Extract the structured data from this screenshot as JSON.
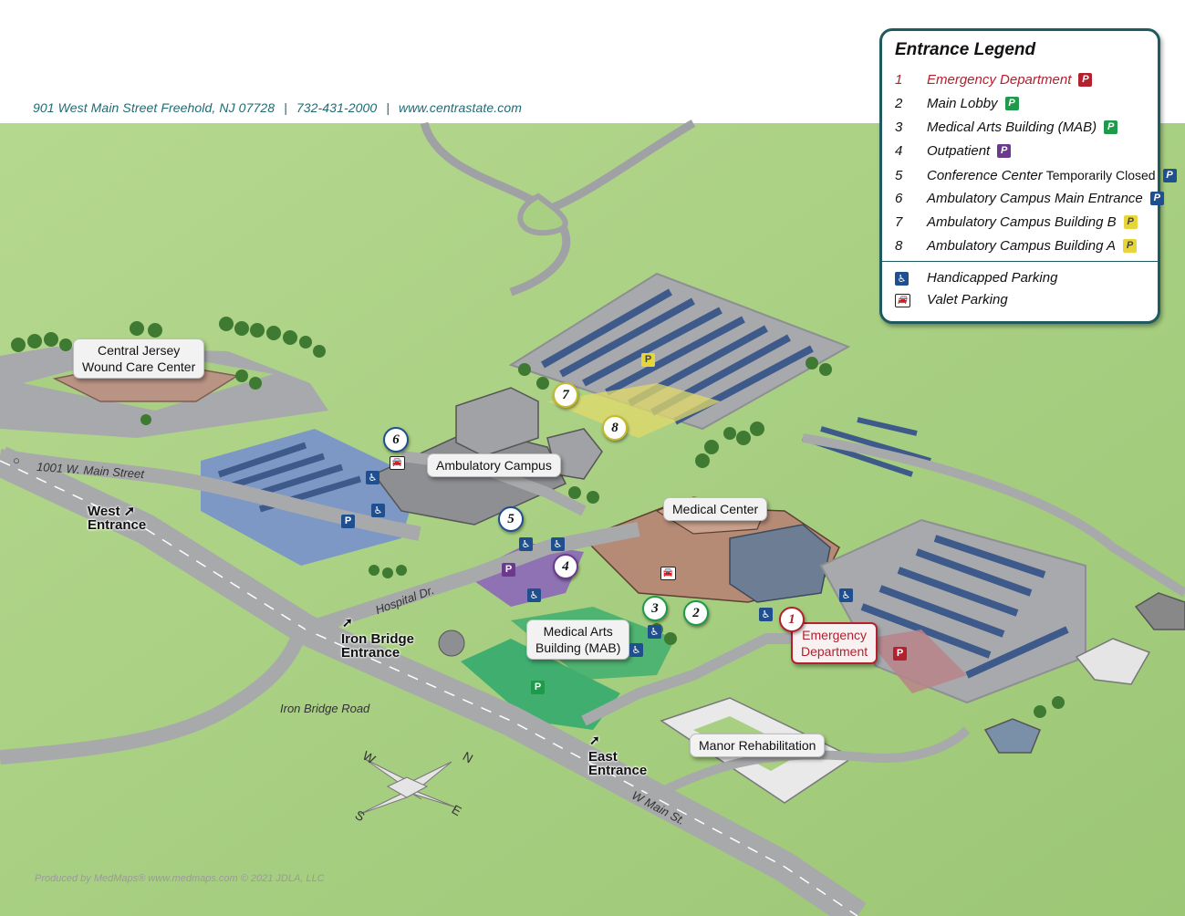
{
  "header": {
    "address": "901 West Main Street Freehold, NJ 07728",
    "phone": "732-431-2000",
    "website": "www.centrastate.com",
    "separator": "|"
  },
  "buildings": {
    "wound_care": [
      "Central Jersey",
      "Wound Care Center"
    ],
    "ambulatory_campus": "Ambulatory Campus",
    "medical_center": "Medical Center",
    "mab": [
      "Medical Arts",
      "Building (MAB)"
    ],
    "emergency": [
      "Emergency",
      "Department"
    ],
    "manor": "Manor Rehabilitation"
  },
  "entrances": {
    "west": [
      "West",
      "Entrance"
    ],
    "iron_bridge": [
      "Iron Bridge",
      "Entrance"
    ],
    "east": [
      "East",
      "Entrance"
    ]
  },
  "roads": {
    "w_main_1001": "1001 W. Main Street",
    "hospital_dr": "Hospital Dr.",
    "iron_bridge_road": "Iron Bridge Road",
    "w_main_st": "W Main St."
  },
  "compass": {
    "n": "N",
    "e": "E",
    "s": "S",
    "w": "W"
  },
  "markers": [
    "1",
    "2",
    "3",
    "4",
    "5",
    "6",
    "7",
    "8"
  ],
  "parking_letter": "P",
  "legend": {
    "title": "Entrance Legend",
    "entries": [
      {
        "num": "1",
        "label": "Emergency Department",
        "extra": "",
        "color": "#b3202e",
        "parking_color": "#b3202e"
      },
      {
        "num": "2",
        "label": "Main Lobby",
        "extra": "",
        "color": "#111111",
        "parking_color": "#1e9a4a"
      },
      {
        "num": "3",
        "label": "Medical Arts Building (MAB)",
        "extra": "",
        "color": "#111111",
        "parking_color": "#1e9a4a"
      },
      {
        "num": "4",
        "label": "Outpatient",
        "extra": "",
        "color": "#111111",
        "parking_color": "#6b3a8e"
      },
      {
        "num": "5",
        "label": "Conference Center",
        "extra": "Temporarily Closed",
        "color": "#111111",
        "parking_color": "#1f4f8f"
      },
      {
        "num": "6",
        "label": "Ambulatory Campus Main Entrance",
        "extra": "",
        "color": "#111111",
        "parking_color": "#1f4f8f"
      },
      {
        "num": "7",
        "label": "Ambulatory Campus Building B",
        "extra": "",
        "color": "#111111",
        "parking_color": "#e6d63a"
      },
      {
        "num": "8",
        "label": "Ambulatory Campus Building A",
        "extra": "",
        "color": "#111111",
        "parking_color": "#e6d63a"
      }
    ],
    "handicapped": "Handicapped Parking",
    "valet": "Valet Parking"
  },
  "colors": {
    "grass": "#a9cf82",
    "road": "#a8a9ab",
    "legend_border": "#1f5a5e",
    "emergency_red": "#b3202e",
    "parking_green": "#1e9a4a",
    "parking_blue": "#1f4f8f",
    "parking_purple": "#6b3a8e",
    "parking_yellow": "#e6d63a"
  },
  "footer": "Produced by MedMaps®  www.medmaps.com   © 2021 JDLA, LLC"
}
